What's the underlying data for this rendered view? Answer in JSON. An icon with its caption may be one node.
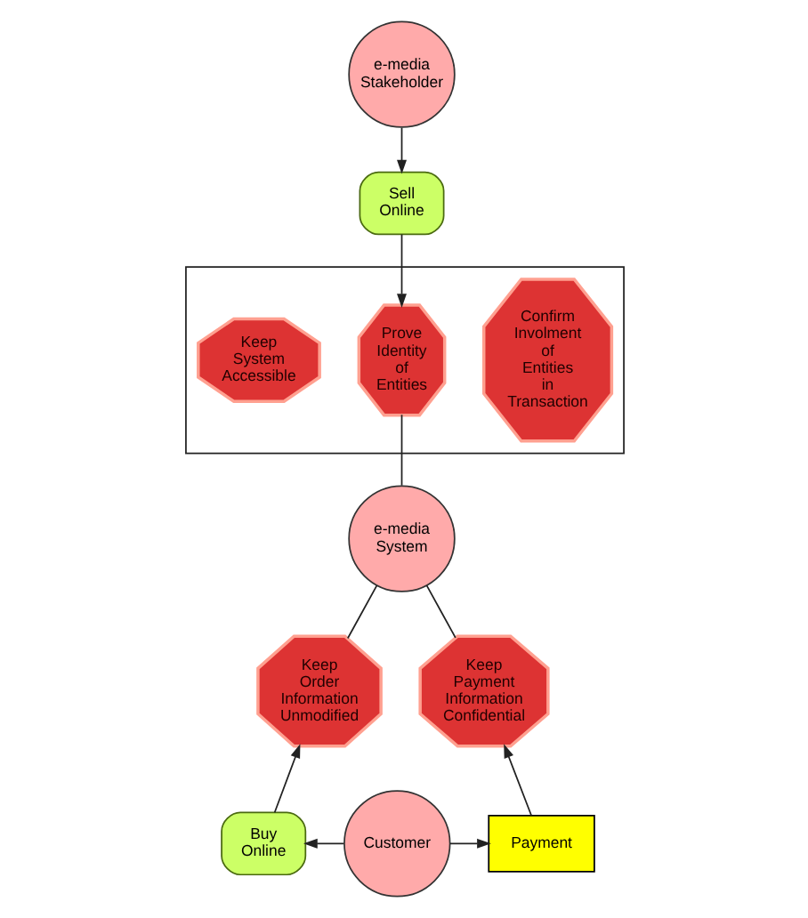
{
  "diagram": {
    "nodes": [
      {
        "text": [
          "e-media Stakeholder"
        ]
      },
      {
        "text": [
          "Sell Online"
        ]
      },
      {
        "text": [],
        "shape": "box"
      },
      {
        "text": [
          "Keep System Accessible"
        ],
        "in": 2
      },
      {
        "text": [
          "Prove Identity of Entities"
        ],
        "in": 2
      },
      {
        "text": [
          "Confirm Involment of Entities in Transaction"
        ],
        "in": 2
      },
      {
        "text": [
          "e-media System"
        ]
      },
      {
        "text": [
          "Keep Order Information Unmodified"
        ]
      },
      {
        "text": [
          "Keep Payment Information Confidential"
        ]
      },
      {
        "text": [
          "Buy Online"
        ]
      },
      {
        "text": [
          "Payment"
        ]
      },
      {
        "text": [
          "Customer"
        ]
      }
    ],
    "edges": [
      {
        "from": 0,
        "to": 1,
        "arrow": "to"
      },
      {
        "from": 1,
        "to": 4,
        "arrow": "to"
      },
      {
        "from": 4,
        "to": 6,
        "arrow": "none"
      },
      {
        "from": 6,
        "to": 7,
        "arrow": "none"
      },
      {
        "from": 6,
        "to": 8,
        "arrow": "none"
      },
      {
        "from": 9,
        "to": 7,
        "arrow": "to"
      },
      {
        "from": 10,
        "to": 8,
        "arrow": "to"
      },
      {
        "from": 11,
        "to": 9,
        "arrow": "to"
      },
      {
        "from": 11,
        "to": 10,
        "arrow": "to"
      }
    ]
  }
}
